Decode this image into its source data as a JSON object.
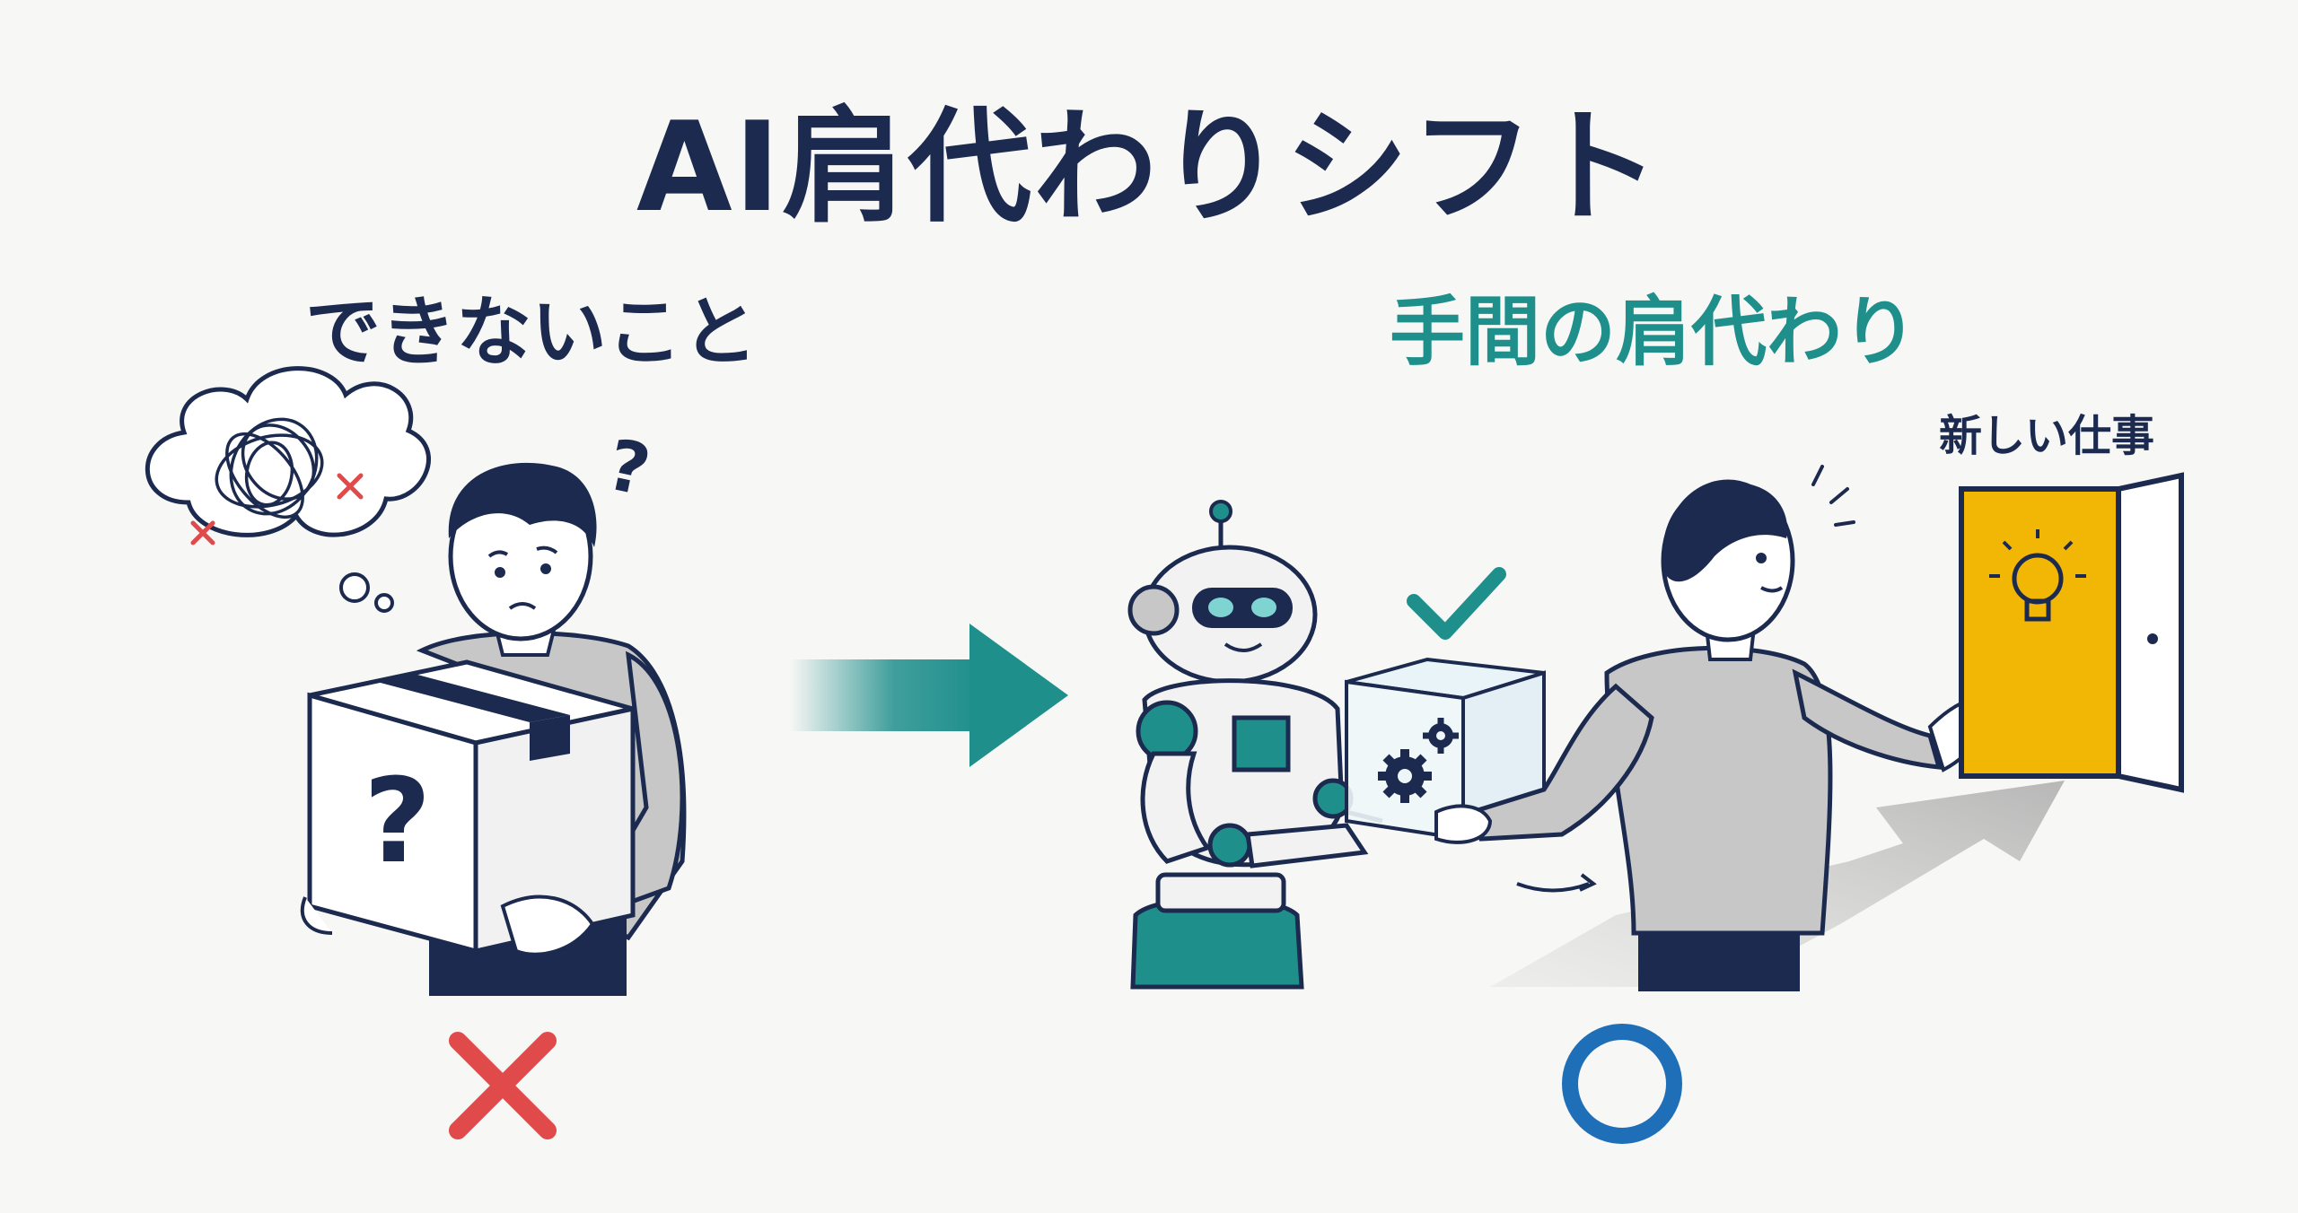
{
  "title": "AI肩代わりシフト",
  "left_heading": "できないこと",
  "right_heading": "手間の肩代わり",
  "door_label": "新しい仕事",
  "box_symbol": "?",
  "thought_symbol": "?",
  "icons": {
    "left_verdict": "cross-mark-icon",
    "right_verdict": "circle-mark-icon",
    "check": "check-icon",
    "arrow": "right-arrow-icon",
    "lightbulb": "lightbulb-icon",
    "gears": "gears-icon"
  },
  "colors": {
    "navy": "#1b2a4e",
    "teal": "#1f8f8c",
    "red": "#e04a4a",
    "blue": "#1f6fb8",
    "yellow": "#f2b705",
    "gray": "#b9b9b9"
  }
}
